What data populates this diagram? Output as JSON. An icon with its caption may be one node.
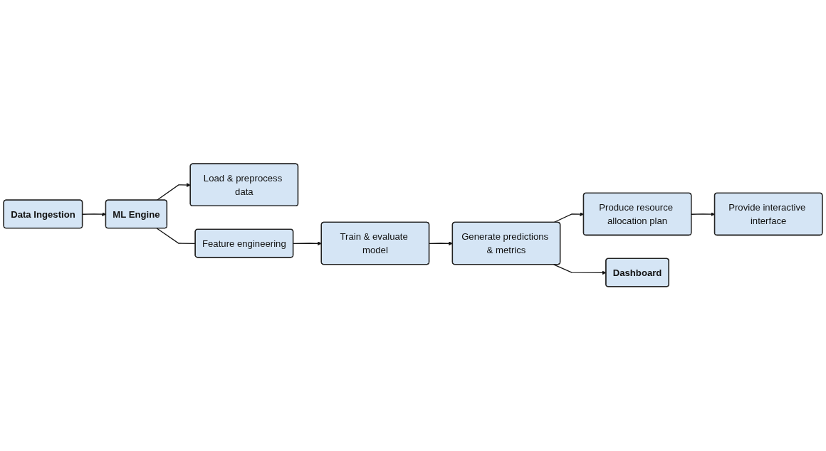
{
  "diagram": {
    "nodes": [
      {
        "text": [
          "Data Ingestion"
        ]
      },
      {
        "text": [
          "ML Engine"
        ]
      },
      {
        "text": [
          "Load & preprocess data"
        ]
      },
      {
        "text": [
          "Feature engineering"
        ]
      },
      {
        "text": [
          "Train & evaluate model"
        ]
      },
      {
        "text": [
          "Generate predictions & metrics"
        ]
      },
      {
        "text": [
          "Produce resource allocation plan"
        ]
      },
      {
        "text": [
          "Provide interactive interface"
        ]
      },
      {
        "text": [
          "Dashboard"
        ]
      }
    ],
    "edges": [
      {
        "from": 0,
        "to": 1,
        "arrow": "to"
      },
      {
        "from": 1,
        "to": 2,
        "arrow": "to"
      },
      {
        "from": 1,
        "to": 3,
        "arrow": "none"
      },
      {
        "from": 3,
        "to": 4,
        "arrow": "to"
      },
      {
        "from": 4,
        "to": 5,
        "arrow": "to"
      },
      {
        "from": 5,
        "to": 6,
        "arrow": "to"
      },
      {
        "from": 6,
        "to": 7,
        "arrow": "to"
      },
      {
        "from": 5,
        "to": 8,
        "arrow": "to"
      }
    ]
  }
}
